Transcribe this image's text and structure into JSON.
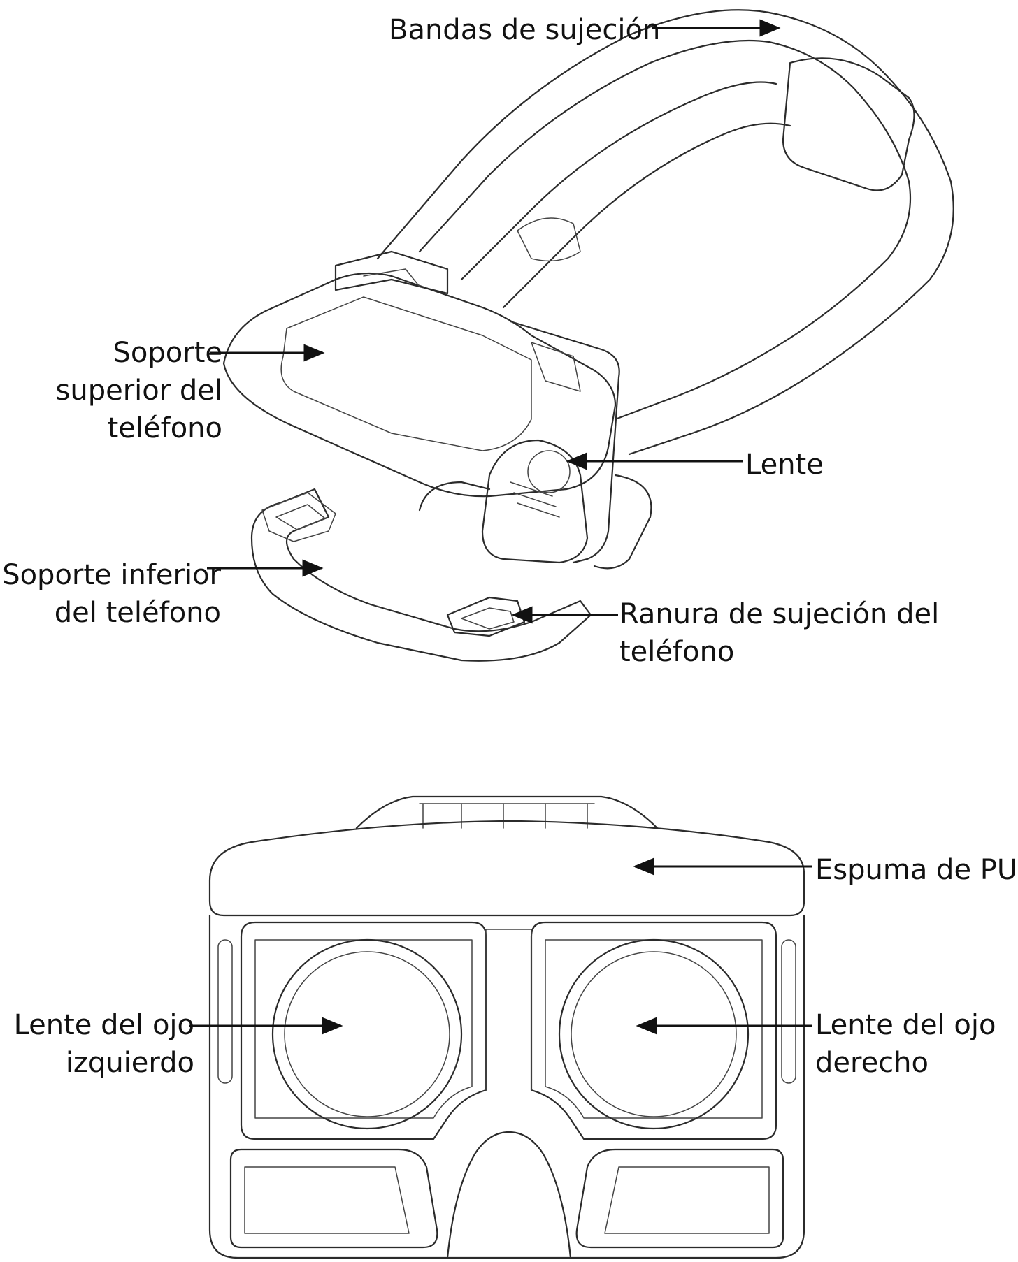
{
  "labels": {
    "bandas": [
      "Bandas de sujeción"
    ],
    "soporte_superior": [
      "Soporte",
      "superior del",
      "teléfono"
    ],
    "lente": [
      "Lente"
    ],
    "soporte_inferior": [
      "Soporte inferior",
      "del teléfono"
    ],
    "ranura": [
      "Ranura de sujeción del",
      "teléfono"
    ],
    "espuma": [
      "Espuma de PU"
    ],
    "ojo_izquierdo": [
      "Lente del ojo",
      "izquierdo"
    ],
    "ojo_derecho": [
      "Lente del ojo",
      "derecho"
    ]
  },
  "colors": {
    "line": "#2b2b2b",
    "text": "#111111",
    "background": "#ffffff"
  }
}
